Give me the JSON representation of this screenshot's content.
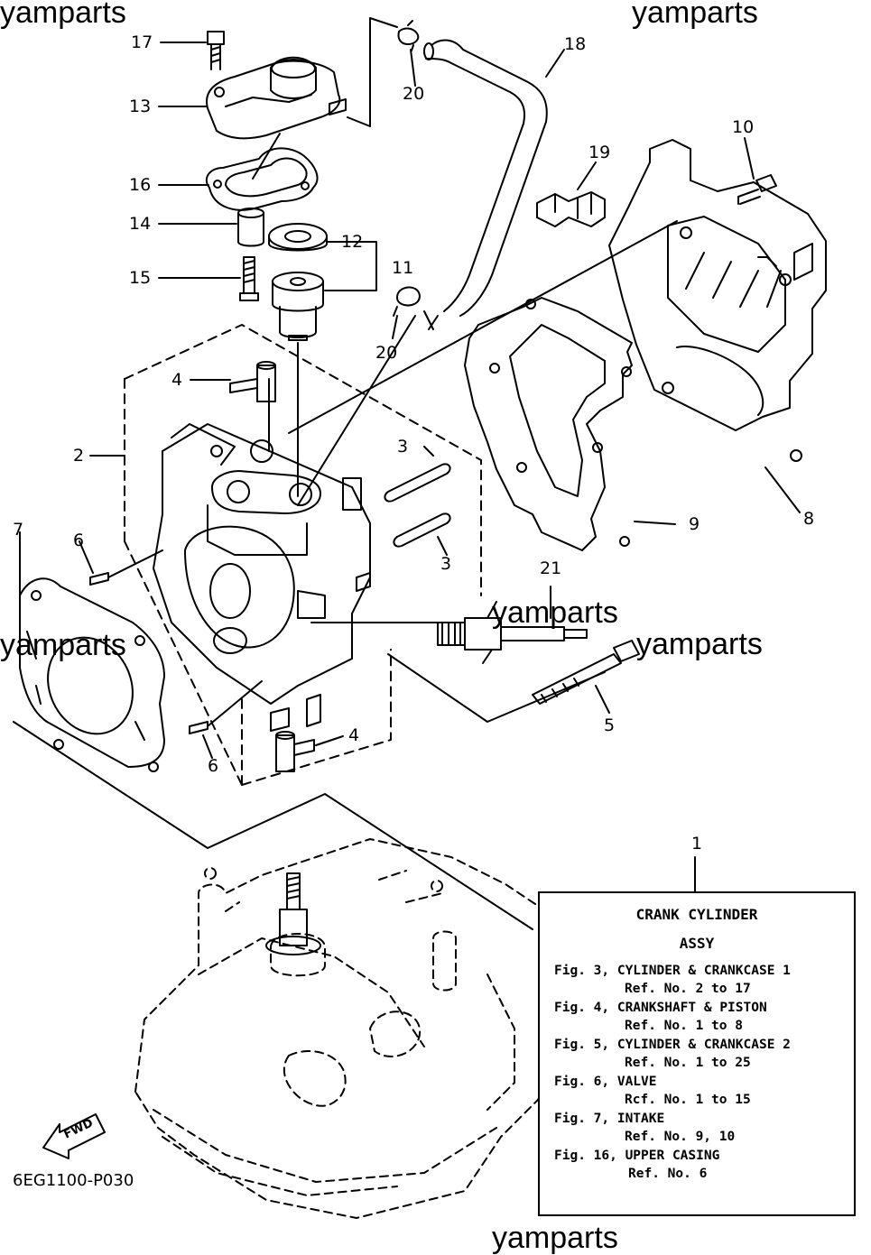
{
  "watermarks": [
    "yamparts",
    "yamparts",
    "yamparts",
    "yamparts",
    "yamparts",
    "yamparts"
  ],
  "callouts": {
    "c17": "17",
    "c13": "13",
    "c16": "16",
    "c14": "14",
    "c15": "15",
    "c12": "12",
    "c11": "11",
    "c20a": "20",
    "c20b": "20",
    "c18": "18",
    "c19": "19",
    "c10": "10",
    "c4a": "4",
    "c4b": "4",
    "c2": "2",
    "c3a": "3",
    "c3b": "3",
    "c7": "7",
    "c6a": "6",
    "c6b": "6",
    "c21": "21",
    "c5": "5",
    "c8": "8",
    "c9": "9",
    "c1": "1"
  },
  "reference_box": {
    "title_line1": "CRANK CYLINDER",
    "title_line2": "ASSY",
    "rows": [
      "Fig. 3, CYLINDER & CRANKCASE 1",
      "Ref. No. 2 to 17",
      "Fig. 4, CRANKSHAFT & PISTON",
      "Ref. No. 1 to 8",
      "Fig. 5, CYLINDER & CRANKCASE 2",
      "Ref. No. 1 to 25",
      "Fig. 6, VALVE",
      "Rcf. No. 1 to 15",
      "Fig. 7, INTAKE",
      "Ref. No. 9, 10",
      "Fig. 16, UPPER CASING",
      "Ref. No. 6"
    ]
  },
  "fwd_label": "FWD",
  "diagram_code": "6EG1100-P030"
}
